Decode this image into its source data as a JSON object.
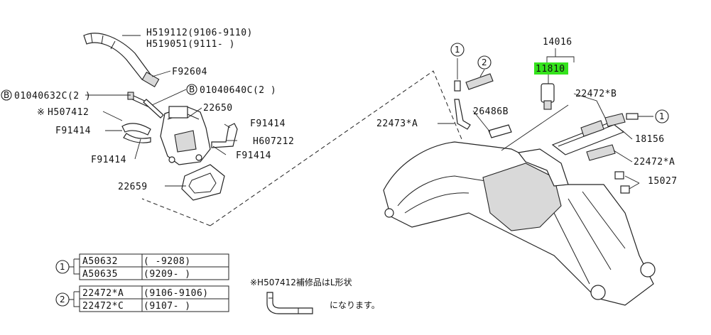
{
  "labels": {
    "h519112": "H519112(9106-9110)",
    "h519051": "H519051(9111-     )",
    "f92604": "F92604",
    "b01040632c": "01040632C(2 )",
    "b01040640c": "01040640C(2 )",
    "h507412": "H507412",
    "p22650": "22650",
    "f91414_a": "F91414",
    "f91414_b": "F91414",
    "f91414_c": "F91414",
    "f91414_d": "F91414",
    "h607212": "H607212",
    "p22659": "22659",
    "p14016": "14016",
    "p11810": "11810",
    "p22472b": "22472*B",
    "p22473a": "22473*A",
    "p26486b": "26486B",
    "p18156": "18156",
    "p22472a": "22472*A",
    "p15027": "15027"
  },
  "callouts": {
    "b_marker": "B",
    "asterisk": "※",
    "one": "1",
    "two": "2"
  },
  "table1": {
    "marker": "1",
    "rows": [
      {
        "part": "A50632",
        "range": "(     -9208)"
      },
      {
        "part": "A50635",
        "range": "(9209-     )"
      }
    ]
  },
  "table2": {
    "marker": "2",
    "rows": [
      {
        "part": "22472*A",
        "range": "(9106-9106)"
      },
      {
        "part": "22472*C",
        "range": "(9107-     )"
      }
    ]
  },
  "note": {
    "line1": "※H507412補修品はL形状",
    "line2": "になります。"
  },
  "colors": {
    "highlight": "#35e31d",
    "ink": "#222222"
  }
}
